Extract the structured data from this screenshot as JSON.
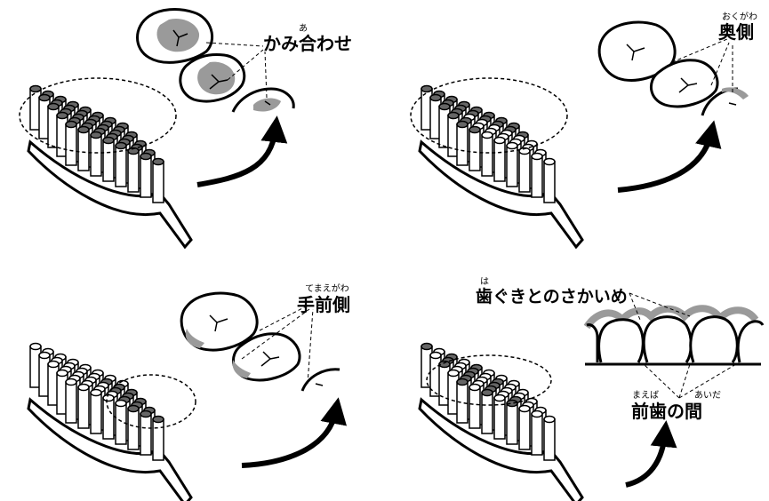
{
  "colors": {
    "ink": "#000000",
    "paper": "#ffffff",
    "highlight": "#9a9a9a",
    "bristle_dark": "#666666",
    "bristle_light": "#ffffff"
  },
  "panels": [
    {
      "label": "かみ合わせ",
      "ruby": "あ",
      "target": "occlusal-surfaces",
      "bristle_rows": 5,
      "bristle_cols": 8,
      "dark_mode": "all",
      "icons": [
        "toothbrush-icon",
        "molar-tooth-icon",
        "curved-arrow-icon"
      ]
    },
    {
      "label": "奥側",
      "ruby": "おくがわ",
      "target": "back-side-of-last-molar",
      "bristle_rows": 5,
      "bristle_cols": 8,
      "dark_mode": "back",
      "icons": [
        "toothbrush-icon",
        "molar-tooth-icon",
        "curved-arrow-icon"
      ]
    },
    {
      "label": "手前側",
      "ruby": "てまえがわ",
      "target": "front-side-of-molars",
      "bristle_rows": 5,
      "bristle_cols": 8,
      "dark_mode": "front",
      "icons": [
        "toothbrush-icon",
        "molar-tooth-icon",
        "curved-arrow-icon"
      ]
    },
    {
      "label": "歯ぐきとのさかいめ",
      "ruby": "は",
      "label2": "前歯の間",
      "ruby2_a": "まえば",
      "ruby2_b": "あいだ",
      "target": "gumline-and-between-front-teeth",
      "bristle_rows": 5,
      "bristle_cols": 8,
      "dark_mode": "toe",
      "icons": [
        "toothbrush-icon",
        "front-teeth-icon",
        "curved-arrow-icon"
      ]
    }
  ]
}
